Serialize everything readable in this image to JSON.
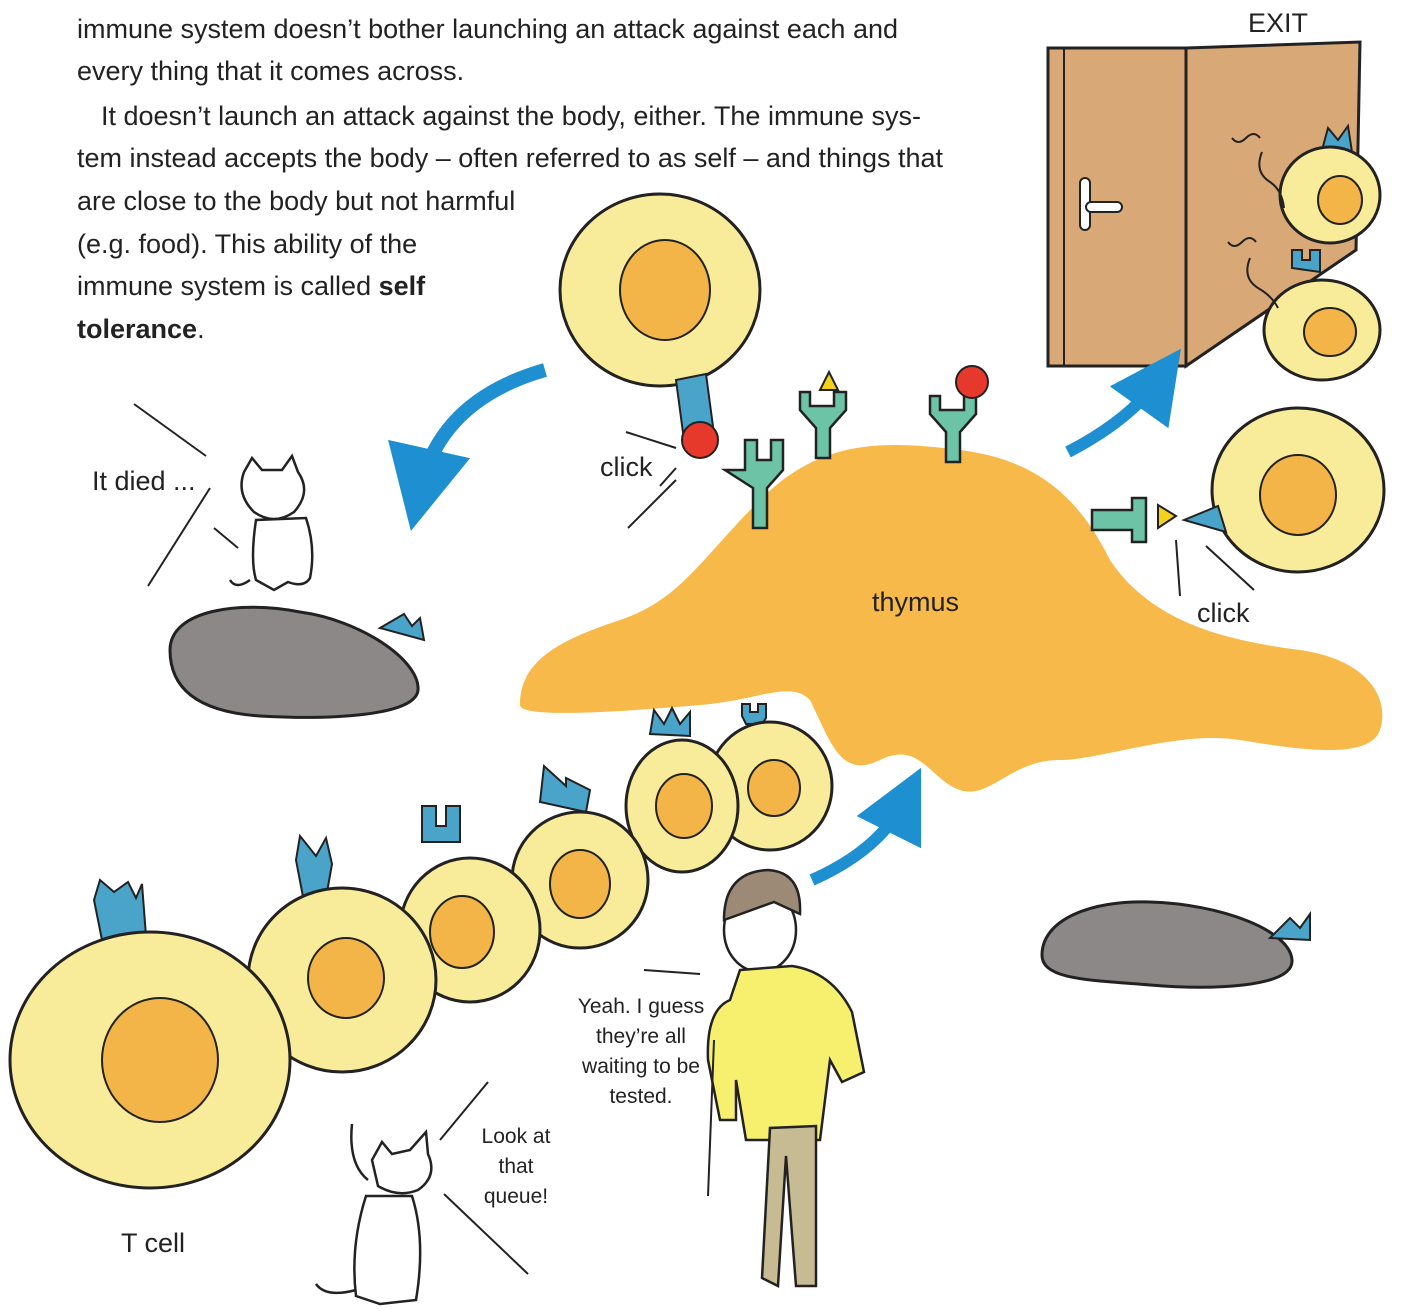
{
  "text": {
    "line1": "immune system doesn’t bother launching an attack against each and",
    "line2": "every thing that it comes across.",
    "para2_a": "It doesn’t launch an attack against the body, either. The immune sys-",
    "para2_b": "tem instead accepts the body – often referred to as self – and things that",
    "para2_c": "are close to the body but not harmful",
    "para2_d": "(e.g. food). This ability of the",
    "para2_e_pre": "immune system is called",
    "bold_1": "self",
    "bold_2": "tolerance",
    "period": "."
  },
  "labels": {
    "exit": "EXIT",
    "it_died": "It died ...",
    "click_left": "click",
    "click_right": "click",
    "thymus": "thymus",
    "t_cell": "T cell"
  },
  "speech": {
    "man_1": "Yeah. I guess",
    "man_2": "they’re all",
    "man_3": "waiting to be",
    "man_4": "tested.",
    "cat_1": "Look at",
    "cat_2": "that",
    "cat_3": "queue!"
  },
  "colors": {
    "cell_fill": "#f8eb9a",
    "nucleus": "#f4b548",
    "thymus": "#f6b94a",
    "receptor_blue": "#4aa3c8",
    "receptor_green": "#6cc3a6",
    "arrow_blue": "#1e8fd0",
    "antigen_red": "#e6392b",
    "antigen_yellow": "#f4d21c",
    "door": "#d9a877",
    "dead_cell": "#8c8888",
    "shirt": "#f7ef6e",
    "pants": "#c7bb94"
  }
}
